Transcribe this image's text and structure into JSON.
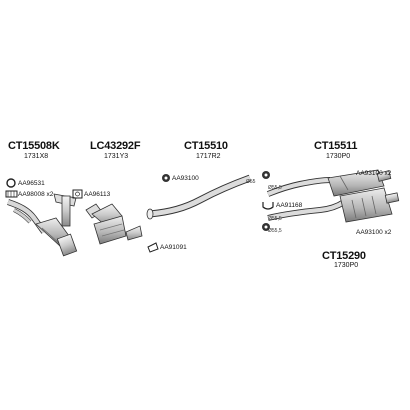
{
  "parts": {
    "p1": {
      "code": "CT15508K",
      "sub": "1731X8"
    },
    "p2": {
      "code": "LC43292F",
      "sub": "1731Y3"
    },
    "p3": {
      "code": "CT15510",
      "sub": "1717R2"
    },
    "p4": {
      "code": "CT15511",
      "sub": "1730P0"
    },
    "p5": {
      "code": "CT15290",
      "sub": "1730P0"
    }
  },
  "accessories": {
    "a1": "AA96531",
    "a2": "AA98008 x2",
    "a3": "AA96113",
    "a4": "AA93100",
    "a5": "AA91091",
    "a6": "AA93100 x2",
    "a7": "AA91168",
    "a8": "AA93100 x2"
  },
  "dimensions": {
    "d1": "Ø55",
    "d2": "Ø55,5",
    "d3": "Ø55,5",
    "d4": "Ø55,5"
  }
}
